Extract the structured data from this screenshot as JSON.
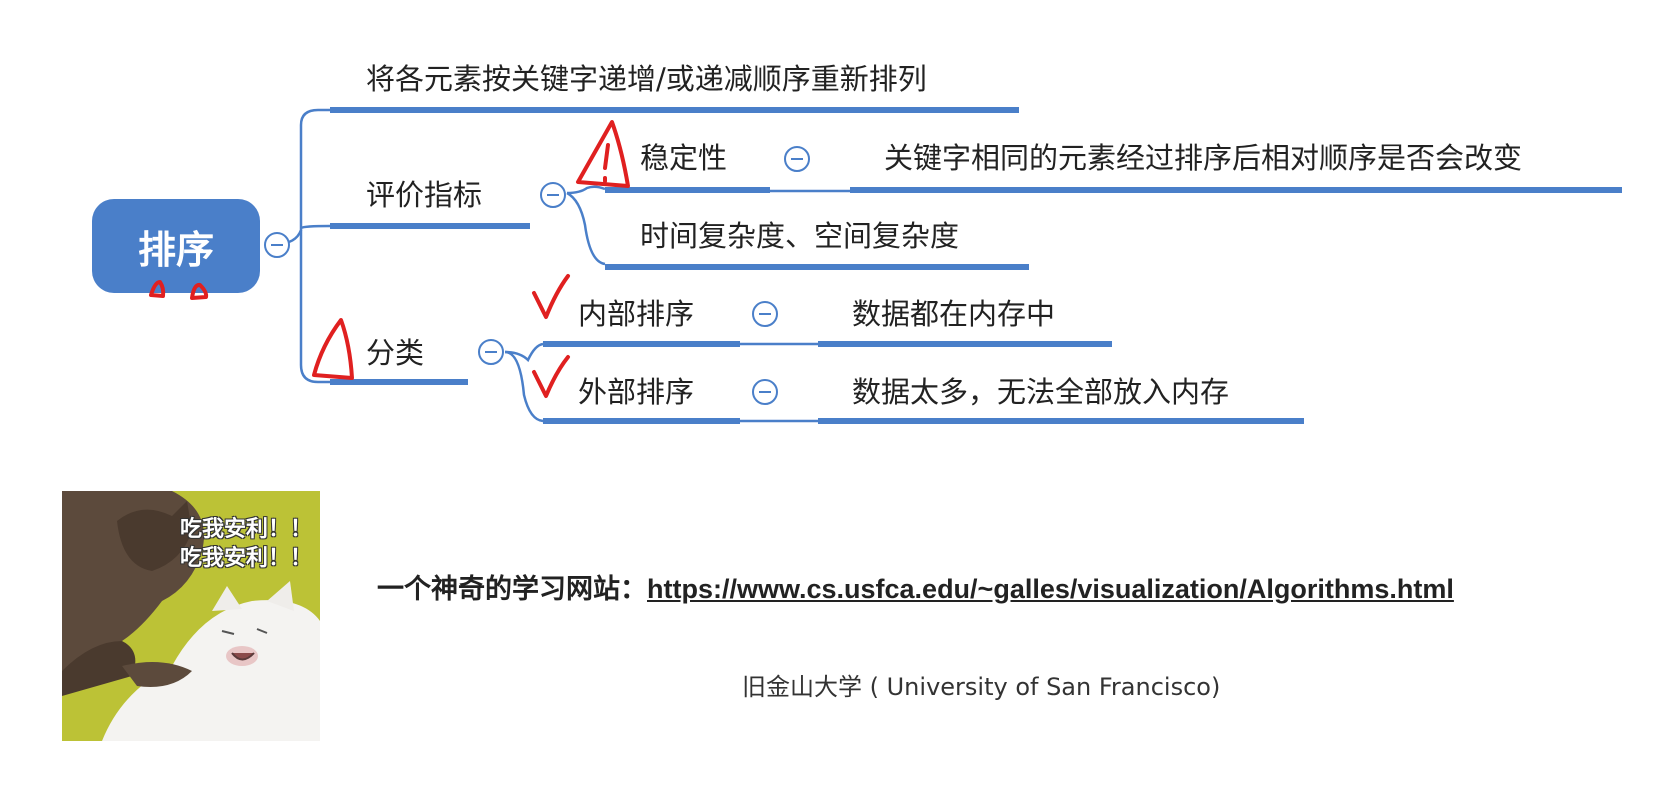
{
  "mindmap": {
    "root_label": "排序",
    "definition": "将各元素按关键字递增/或递减顺序重新排列",
    "evaluation": {
      "label": "评价指标",
      "stability": {
        "label": "稳定性",
        "detail": "关键字相同的元素经过排序后相对顺序是否会改变"
      },
      "complexity": "时间复杂度、空间复杂度"
    },
    "classification": {
      "label": "分类",
      "internal": {
        "label": "内部排序",
        "detail": "数据都在内存中"
      },
      "external": {
        "label": "外部排序",
        "detail": "数据太多，无法全部放入内存"
      }
    }
  },
  "meme": {
    "line1": "吃我安利！！",
    "line2": "吃我安利！！"
  },
  "website": {
    "prefix": "一个神奇的学习网站：",
    "url": "https://www.cs.usfca.edu/~galles/visualization/Algorithms.html",
    "university": "旧金山大学 ( University of San Francisco)"
  },
  "colors": {
    "accent": "#4a7fc9",
    "annotation_red": "#e02020",
    "background": "#ffffff"
  }
}
